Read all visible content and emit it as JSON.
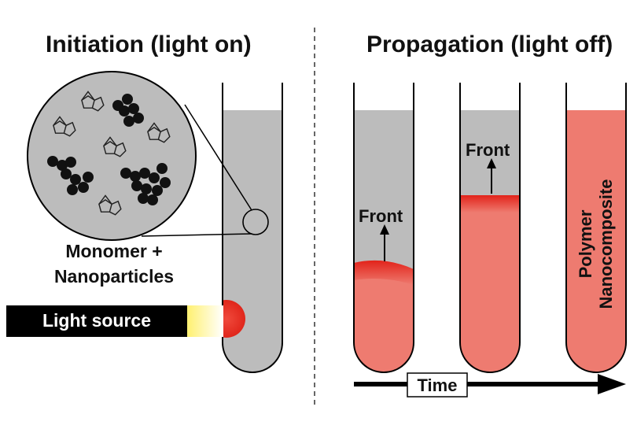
{
  "panels": {
    "initiation_title": "Initiation (light on)",
    "propagation_title": "Propagation (light off)"
  },
  "labels": {
    "mixture": "Monomer +",
    "mixture_line2": "Nanoparticles",
    "light_source": "Light source",
    "front": "Front",
    "polymer": "Polymer",
    "nanocomposite": "Nanocomposite",
    "time": "Time"
  },
  "colors": {
    "monomer_gray": "#bcbcbc",
    "polymer_red": "#ee7b70",
    "front_red": "#e8261a",
    "glow_yellow": "#fff17a",
    "ink": "#000000"
  },
  "icons": [
    "dicyclopentadiene-molecule-icon",
    "nanoparticle-cluster-icon",
    "arrow-up-icon",
    "arrow-right-icon"
  ]
}
